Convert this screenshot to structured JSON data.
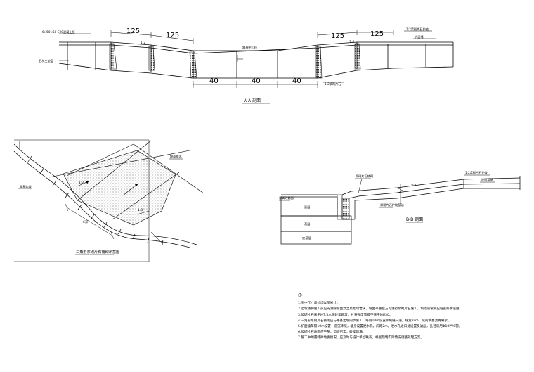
{
  "section_aa": {
    "title": "A-A 剖面",
    "dims_top": [
      "125",
      "125",
      "125",
      "125"
    ],
    "dims_bottom": [
      "40",
      "40",
      "40"
    ],
    "slopes": [
      "1:2",
      "1:4"
    ],
    "labels": {
      "left_top": "6×50×50 C20混凝土板",
      "left_mid": "石灰土垫层",
      "right_top": "1:2浆砌片石护坡",
      "right_mid": "护面墙",
      "center": "路基中心线",
      "bottom": "1:2浆砌片石"
    }
  },
  "plan_view": {
    "title": "三角形浆砌片石铺砌示意图",
    "labels": [
      "路基边坡",
      "坡面排水",
      "1:2",
      "1:3",
      "6米"
    ]
  },
  "section_bb": {
    "title": "B-B 剖面",
    "labels": {
      "top_left": "浆砌片石铺砌",
      "slope_ratio": "1:12",
      "top_right": "1:2浆砌片石护坡",
      "right_small": "护面墙基",
      "mid": "浆砌片石护坡基础",
      "left": "沥青砼路面",
      "layer1": "面层",
      "layer2": "基层",
      "layer3": "底基层"
    }
  },
  "notes": {
    "heading": "注:",
    "items": [
      "1.图中尺寸单位均以厘米计。",
      "2.边坡防护施工前应先清除坡面浮土及松动岩块，坡面平整后方可进行浆砌片石施工，坡顶及坡脚应设置排水设施。",
      "3.浆砌片石采用M7.5水泥砂浆砌筑，片石强度等级不低于MU30。",
      "4.三角形浆砌片石铺砌应与路基边坡同步施工，每隔10m设置伸缩缝一道，缝宽2cm，缝内填塞沥青麻絮。",
      "5.护面墙每隔10m设置一道沉降缝，墙身设置泄水孔，间距2m，泄水孔进口处设置反滤层，孔径采用Φ10PVC管。",
      "6.浆砌片石表面应平整，勾缝密实，砂浆饱满。",
      "7.施工中如遇特殊地质情况，应及时与设计单位联系，根据现场实际情况调整处理方案。"
    ]
  }
}
